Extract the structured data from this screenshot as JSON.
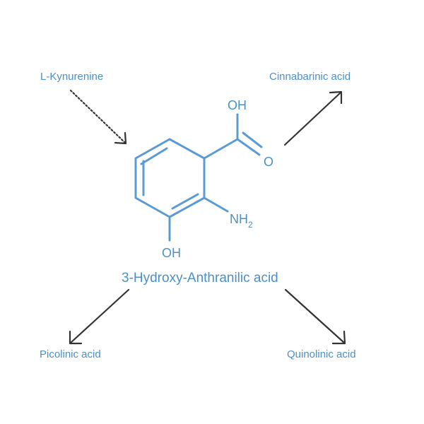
{
  "labels": {
    "source": "L-Kynurenine",
    "center": "3-Hydroxy-Anthranilic acid",
    "product_top_right": "Cinnabarinic acid",
    "product_bottom_left": "Picolinic acid",
    "product_bottom_right": "Quinolinic acid"
  },
  "molecule": {
    "oh_top": "OH",
    "carbonyl_o": "O",
    "amine": "NH",
    "amine_subscript": "2",
    "oh_bottom": "OH"
  },
  "colors": {
    "molecule": "#5b9bd5",
    "text": "#4a90c8",
    "arrow": "#333333"
  }
}
